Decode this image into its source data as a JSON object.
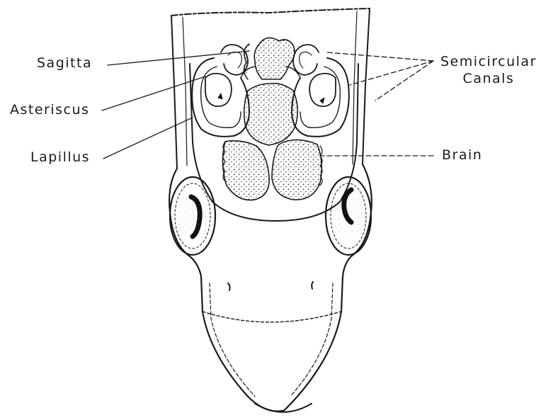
{
  "labels": {
    "sagitta": "Sagitta",
    "asteriscus": "Asteriscus",
    "lapillus": "Lapillus",
    "semicircular_line1": "Semicircular",
    "semicircular_line2": "Canals",
    "brain": "Brain"
  },
  "colors": {
    "ink": "#1a1a1a",
    "background": "#ffffff"
  }
}
